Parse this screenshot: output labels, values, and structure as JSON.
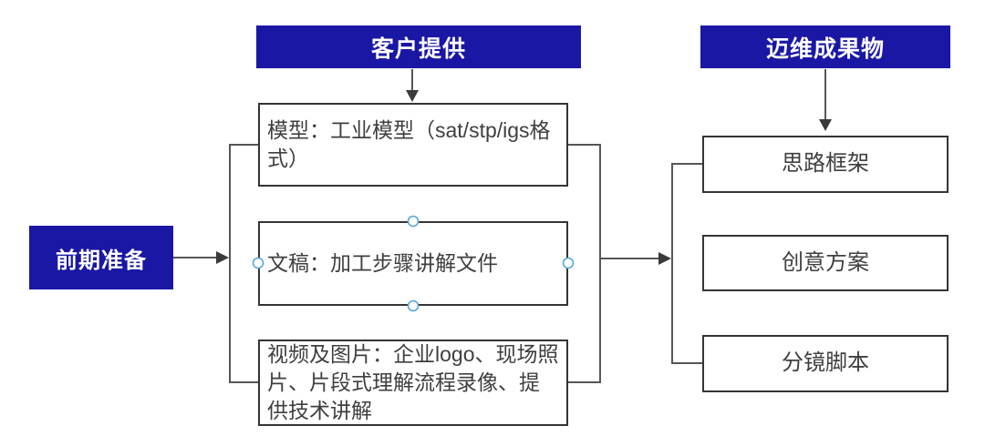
{
  "colors": {
    "accent_blue": "#1a17a5",
    "box_border": "#343434",
    "connector": "#565656",
    "arrowhead": "#3a3a3a",
    "box_text": "#3f3f3f",
    "handle_stroke": "#58a6d6"
  },
  "prep": {
    "label": "前期准备"
  },
  "client": {
    "header": "客户提供",
    "items": [
      "模型：工业模型（sat/stp/igs格式）",
      "文稿：加工步骤讲解文件",
      "视频及图片：企业logo、现场照片、片段式理解流程录像、提供技术讲解"
    ]
  },
  "deliverables": {
    "header": "迈维成果物",
    "items": [
      "思路框架",
      "创意方案",
      "分镜脚本"
    ]
  }
}
